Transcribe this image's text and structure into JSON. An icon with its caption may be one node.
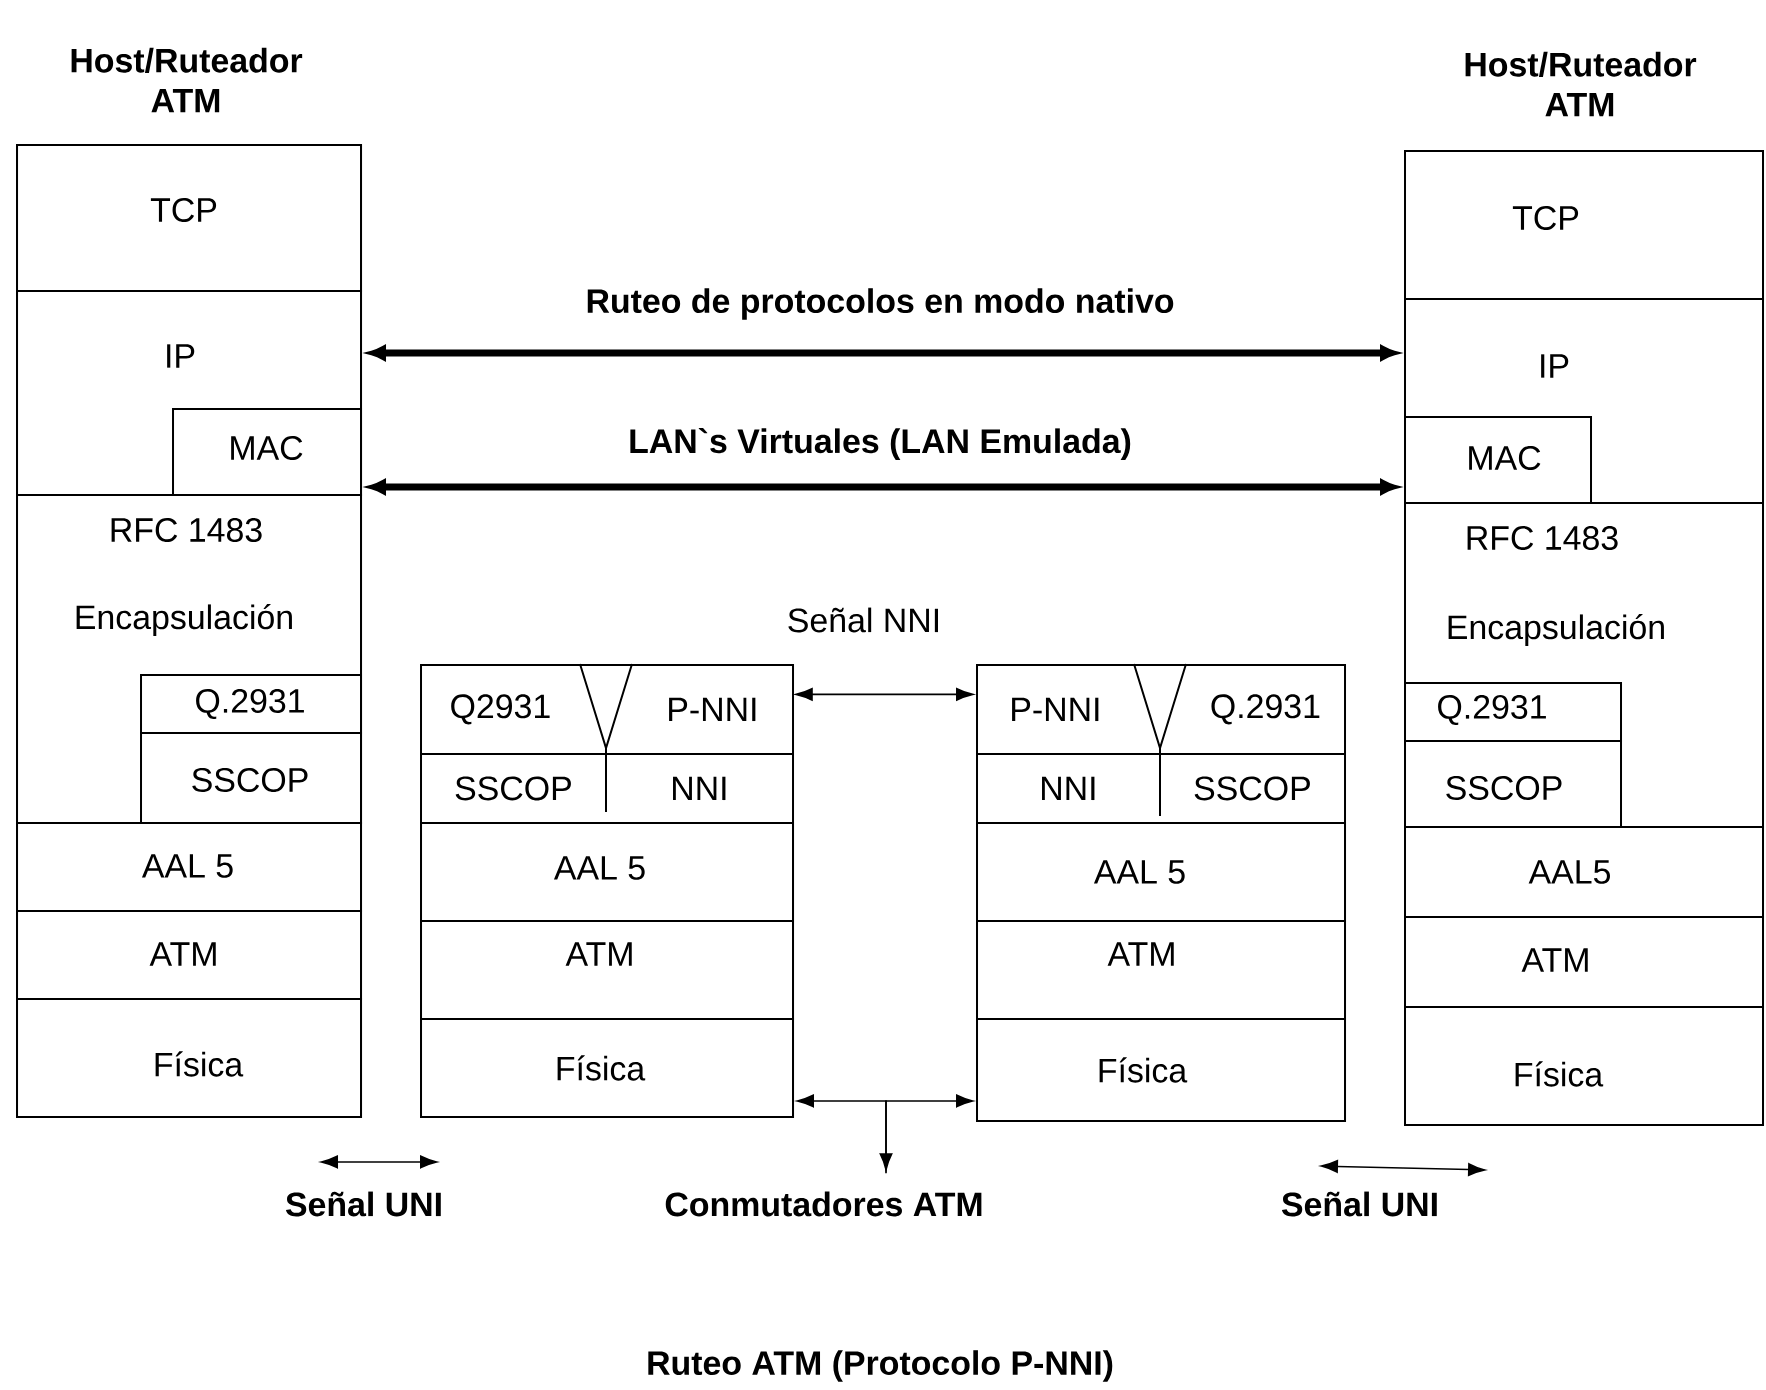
{
  "diagram": {
    "caption": "Ruteo ATM (Protocolo P-NNI)",
    "nodes": [
      {
        "text": [
          "Host/Ruteador ATM"
        ]
      },
      {
        "text": [
          "TCP"
        ],
        "in": 0
      },
      {
        "text": [
          "IP"
        ],
        "in": 0
      },
      {
        "text": [
          "MAC"
        ],
        "in": 2
      },
      {
        "text": [
          "RFC 1483",
          "Encapsulación"
        ],
        "in": 0
      },
      {
        "text": [
          "Q.2931"
        ],
        "in": 4
      },
      {
        "text": [
          "SSCOP"
        ],
        "in": 4
      },
      {
        "text": [
          "AAL 5"
        ],
        "in": 0
      },
      {
        "text": [
          "ATM"
        ],
        "in": 0
      },
      {
        "text": [
          "Física"
        ],
        "in": 0
      },
      {
        "text": [],
        "shape": "box"
      },
      {
        "text": [
          "Q2931"
        ],
        "in": 10
      },
      {
        "text": [
          "P-NNI"
        ],
        "in": 10
      },
      {
        "text": [
          "SSCOP"
        ],
        "in": 10
      },
      {
        "text": [
          "NNI"
        ],
        "in": 10
      },
      {
        "text": [
          "AAL 5"
        ],
        "in": 10
      },
      {
        "text": [
          "ATM"
        ],
        "in": 10
      },
      {
        "text": [
          "Física"
        ],
        "in": 10
      },
      {
        "text": [],
        "shape": "box"
      },
      {
        "text": [
          "P-NNI"
        ],
        "in": 18
      },
      {
        "text": [
          "Q.2931"
        ],
        "in": 18
      },
      {
        "text": [
          "NNI"
        ],
        "in": 18
      },
      {
        "text": [
          "SSCOP"
        ],
        "in": 18
      },
      {
        "text": [
          "AAL 5"
        ],
        "in": 18
      },
      {
        "text": [
          "ATM"
        ],
        "in": 18
      },
      {
        "text": [
          "Física"
        ],
        "in": 18
      },
      {
        "text": [
          "Host/Ruteador ATM"
        ]
      },
      {
        "text": [
          "TCP"
        ],
        "in": 26
      },
      {
        "text": [
          "IP"
        ],
        "in": 26
      },
      {
        "text": [
          "MAC"
        ],
        "in": 28
      },
      {
        "text": [
          "RFC 1483",
          "Encapsulación"
        ],
        "in": 26
      },
      {
        "text": [
          "Q.2931"
        ],
        "in": 30
      },
      {
        "text": [
          "SSCOP"
        ],
        "in": 30
      },
      {
        "text": [
          "AAL5"
        ],
        "in": 26
      },
      {
        "text": [
          "ATM"
        ],
        "in": 26
      },
      {
        "text": [
          "Física"
        ],
        "in": 26
      },
      {
        "text": [
          "Conmutadores ATM"
        ]
      }
    ],
    "edges": [
      {
        "from": 2,
        "to": 28,
        "arrow": "both",
        "label": "Ruteo de protocolos en modo nativo",
        "style": "thick"
      },
      {
        "from": 3,
        "to": 29,
        "arrow": "both",
        "label": "LAN`s Virtuales (LAN Emulada)",
        "style": "thick"
      },
      {
        "from": 12,
        "to": 19,
        "arrow": "both",
        "label": "Señal NNI"
      },
      {
        "from": 36,
        "to": 17,
        "arrow": "both"
      },
      {
        "from": 36,
        "to": 25,
        "arrow": "to"
      },
      {
        "from": 9,
        "to": 17,
        "arrow": "both",
        "label": "Señal UNI"
      },
      {
        "from": 25,
        "to": 35,
        "arrow": "both",
        "label": "Señal UNI"
      }
    ]
  }
}
